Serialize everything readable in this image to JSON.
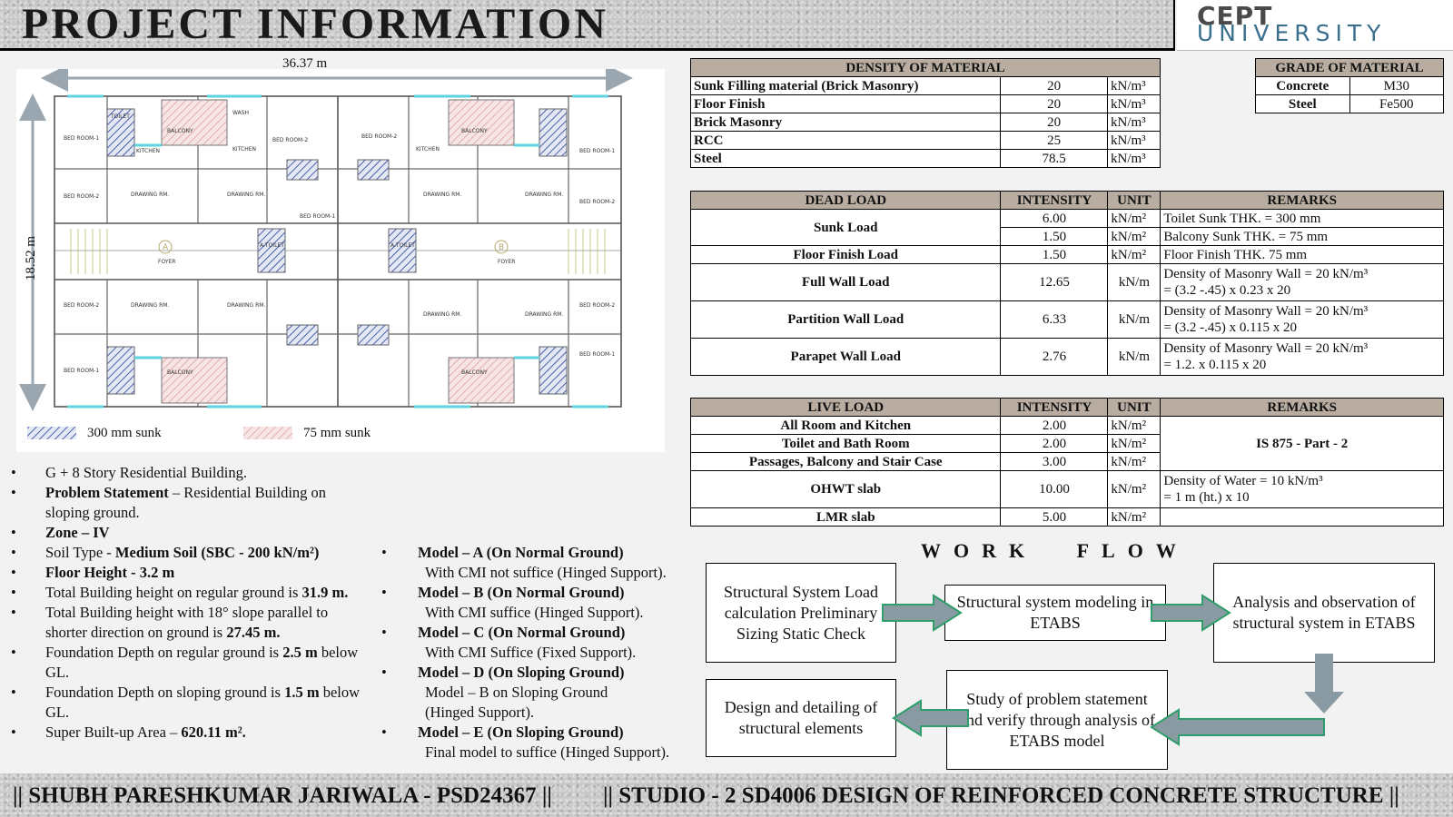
{
  "header": {
    "title": "PROJECT INFORMATION"
  },
  "logo": {
    "line1": "CEPT",
    "line2": "UNIVERSITY"
  },
  "plan": {
    "width_label": "36.37 m",
    "height_label": "18.52 m",
    "legend": [
      {
        "label": "300 mm sunk"
      },
      {
        "label": "75 mm sunk"
      }
    ],
    "rooms": {
      "bed1": "BED ROOM-1",
      "bed2": "BED ROOM-2",
      "drawing": "DRAWING RM.",
      "kitchen": "KITCHEN",
      "toilet": "TOILET",
      "balcony": "BALCONY",
      "wash": "WASH",
      "foyer": "FOYER",
      "a_toilet": "A.TOILET",
      "a": "A",
      "b": "B"
    }
  },
  "info_list": [
    {
      "plain": "G + 8 Story Residential Building.",
      "bold": "",
      "rest": ""
    },
    {
      "plain": "",
      "bold": "Problem Statement",
      "rest": " – Residential Building on sloping ground."
    },
    {
      "plain": "",
      "bold": "Zone – IV",
      "rest": ""
    },
    {
      "plain": "Soil Type - ",
      "bold": "Medium Soil (SBC - 200 kN/m²)",
      "rest": ""
    },
    {
      "plain": "",
      "bold": "Floor Height - 3.2 m",
      "rest": ""
    },
    {
      "plain": "Total Building height on regular ground is ",
      "bold": "31.9 m.",
      "rest": ""
    },
    {
      "plain": "Total Building height with 18° slope parallel to shorter direction on ground is ",
      "bold": "27.45 m.",
      "rest": ""
    },
    {
      "plain": "Foundation Depth on regular ground is ",
      "bold": "2.5 m",
      "rest": " below GL."
    },
    {
      "plain": "Foundation Depth on sloping ground is ",
      "bold": "1.5 m",
      "rest": " below GL."
    },
    {
      "plain": "Super Built-up Area – ",
      "bold": "620.11 m².",
      "rest": ""
    }
  ],
  "models": [
    {
      "title": "Model – A (On Normal Ground)",
      "desc": "With CMI not suffice (Hinged Support)."
    },
    {
      "title": "Model – B (On Normal Ground)",
      "desc": "With CMI suffice (Hinged Support)."
    },
    {
      "title": "Model – C (On Normal Ground)",
      "desc": "With CMI Suffice (Fixed Support)."
    },
    {
      "title": "Model – D (On Sloping Ground)",
      "desc": "Model – B on Sloping Ground (Hinged Support)."
    },
    {
      "title": "Model – E (On Sloping Ground)",
      "desc": "Final model to suffice (Hinged Support)."
    }
  ],
  "density": {
    "title": "DENSITY OF MATERIAL",
    "rows": [
      {
        "name": "Sunk Filling  material (Brick Masonry)",
        "value": "20",
        "unit": "kN/m³"
      },
      {
        "name": "Floor Finish",
        "value": "20",
        "unit": "kN/m³"
      },
      {
        "name": "Brick Masonry",
        "value": "20",
        "unit": "kN/m³"
      },
      {
        "name": "RCC",
        "value": "25",
        "unit": "kN/m³"
      },
      {
        "name": "Steel",
        "value": "78.5",
        "unit": "kN/m³"
      }
    ]
  },
  "grade": {
    "title": "GRADE OF MATERIAL",
    "rows": [
      {
        "name": "Concrete",
        "value": "M30"
      },
      {
        "name": "Steel",
        "value": "Fe500"
      }
    ]
  },
  "dead_load": {
    "headers": [
      "DEAD LOAD",
      "INTENSITY",
      "UNIT",
      "REMARKS"
    ],
    "rows": [
      {
        "name": "Sunk Load",
        "intensity": "6.00",
        "unit": "kN/m²",
        "remark": "Toilet Sunk THK. = 300 mm",
        "intensity2": "1.50",
        "unit2": "kN/m²",
        "remark2": "Balcony Sunk  THK. = 75 mm"
      },
      {
        "name": "Floor Finish Load",
        "intensity": "1.50",
        "unit": "kN/m²",
        "remark": "Floor Finish THK. 75 mm"
      },
      {
        "name": "Full Wall Load",
        "intensity": "12.65",
        "unit": "kN/m",
        "remark": "Density of Masonry Wall = 20 kN/m³",
        "remark_b": "= (3.2 -.45) x 0.23 x 20"
      },
      {
        "name": "Partition Wall Load",
        "intensity": "6.33",
        "unit": "kN/m",
        "remark": "Density of Masonry Wall = 20 kN/m³",
        "remark_b": "= (3.2 -.45) x 0.115 x 20"
      },
      {
        "name": "Parapet Wall Load",
        "intensity": "2.76",
        "unit": "kN/m",
        "remark": "Density of Masonry Wall = 20 kN/m³",
        "remark_b": "= 1.2. x 0.115 x 20"
      }
    ]
  },
  "live_load": {
    "headers": [
      "LIVE LOAD",
      "INTENSITY",
      "UNIT",
      "REMARKS"
    ],
    "rows": [
      {
        "name": "All Room and Kitchen",
        "intensity": "2.00",
        "unit": "kN/m²"
      },
      {
        "name": "Toilet and Bath Room",
        "intensity": "2.00",
        "unit": "kN/m²"
      },
      {
        "name": "Passages, Balcony and Stair Case",
        "intensity": "3.00",
        "unit": "kN/m²"
      },
      {
        "name": "OHWT slab",
        "intensity": "10.00",
        "unit": "kN/m²",
        "remark": "Density of Water = 10 kN/m³",
        "remark_b": "= 1 m (ht.) x 10"
      },
      {
        "name": "LMR slab",
        "intensity": "5.00",
        "unit": "kN/m²"
      }
    ],
    "merged_remark": "IS 875 - Part - 2"
  },
  "workflow": {
    "title": "WORK FLOW",
    "steps": [
      "Structural System Load calculation Preliminary Sizing Static Check",
      "Structural system modeling in ETABS",
      "Analysis and observation of structural system in ETABS",
      "Study of problem statement and verify through analysis of ETABS model",
      "Design and detailing of structural elements"
    ]
  },
  "footer": {
    "left": "|| SHUBH PARESHKUMAR JARIWALA - PSD24367 ||",
    "right": "|| STUDIO - 2 SD4006 DESIGN OF REINFORCED CONCRETE STRUCTURE ||"
  },
  "colors": {
    "header_bg": "#c9c9c9",
    "table_header": "#b8ada0",
    "arrow_green": "#2f9e6a",
    "arrow_grey": "#8a9aa3",
    "logo_blue": "#3b6f8e"
  }
}
